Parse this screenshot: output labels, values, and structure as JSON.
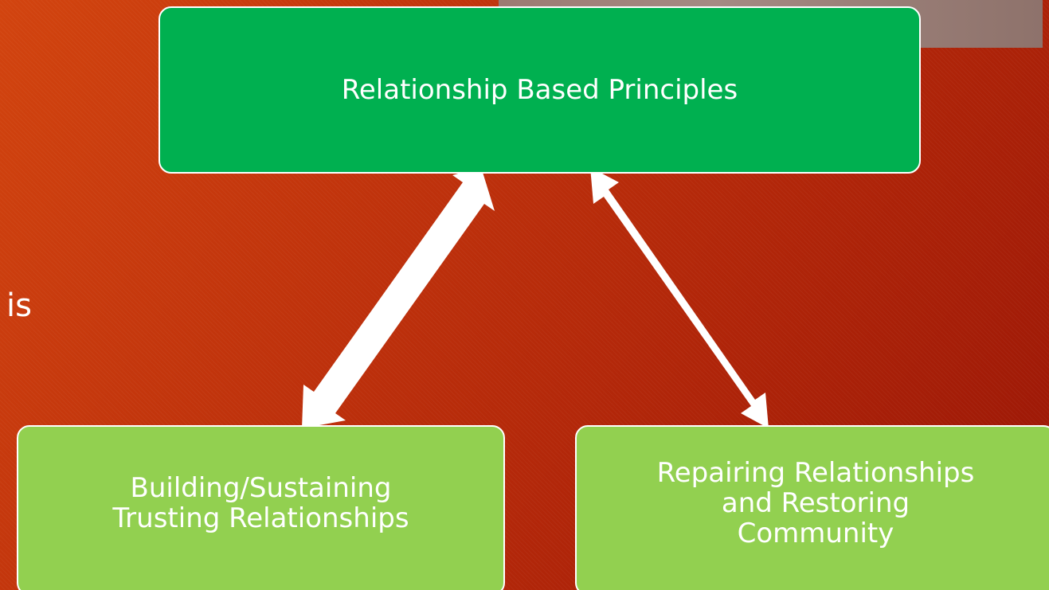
{
  "slide": {
    "side_text": "is"
  },
  "diagram": {
    "top_node": {
      "label": "Relationship Based Principles"
    },
    "left_node": {
      "label": "Building/Sustaining\nTrusting Relationships"
    },
    "right_node": {
      "label": "Repairing Relationships\nand Restoring\nCommunity"
    },
    "arrow_color": "#ffffff",
    "top_fill": "#00b050",
    "bottom_fill": "#92d050"
  }
}
